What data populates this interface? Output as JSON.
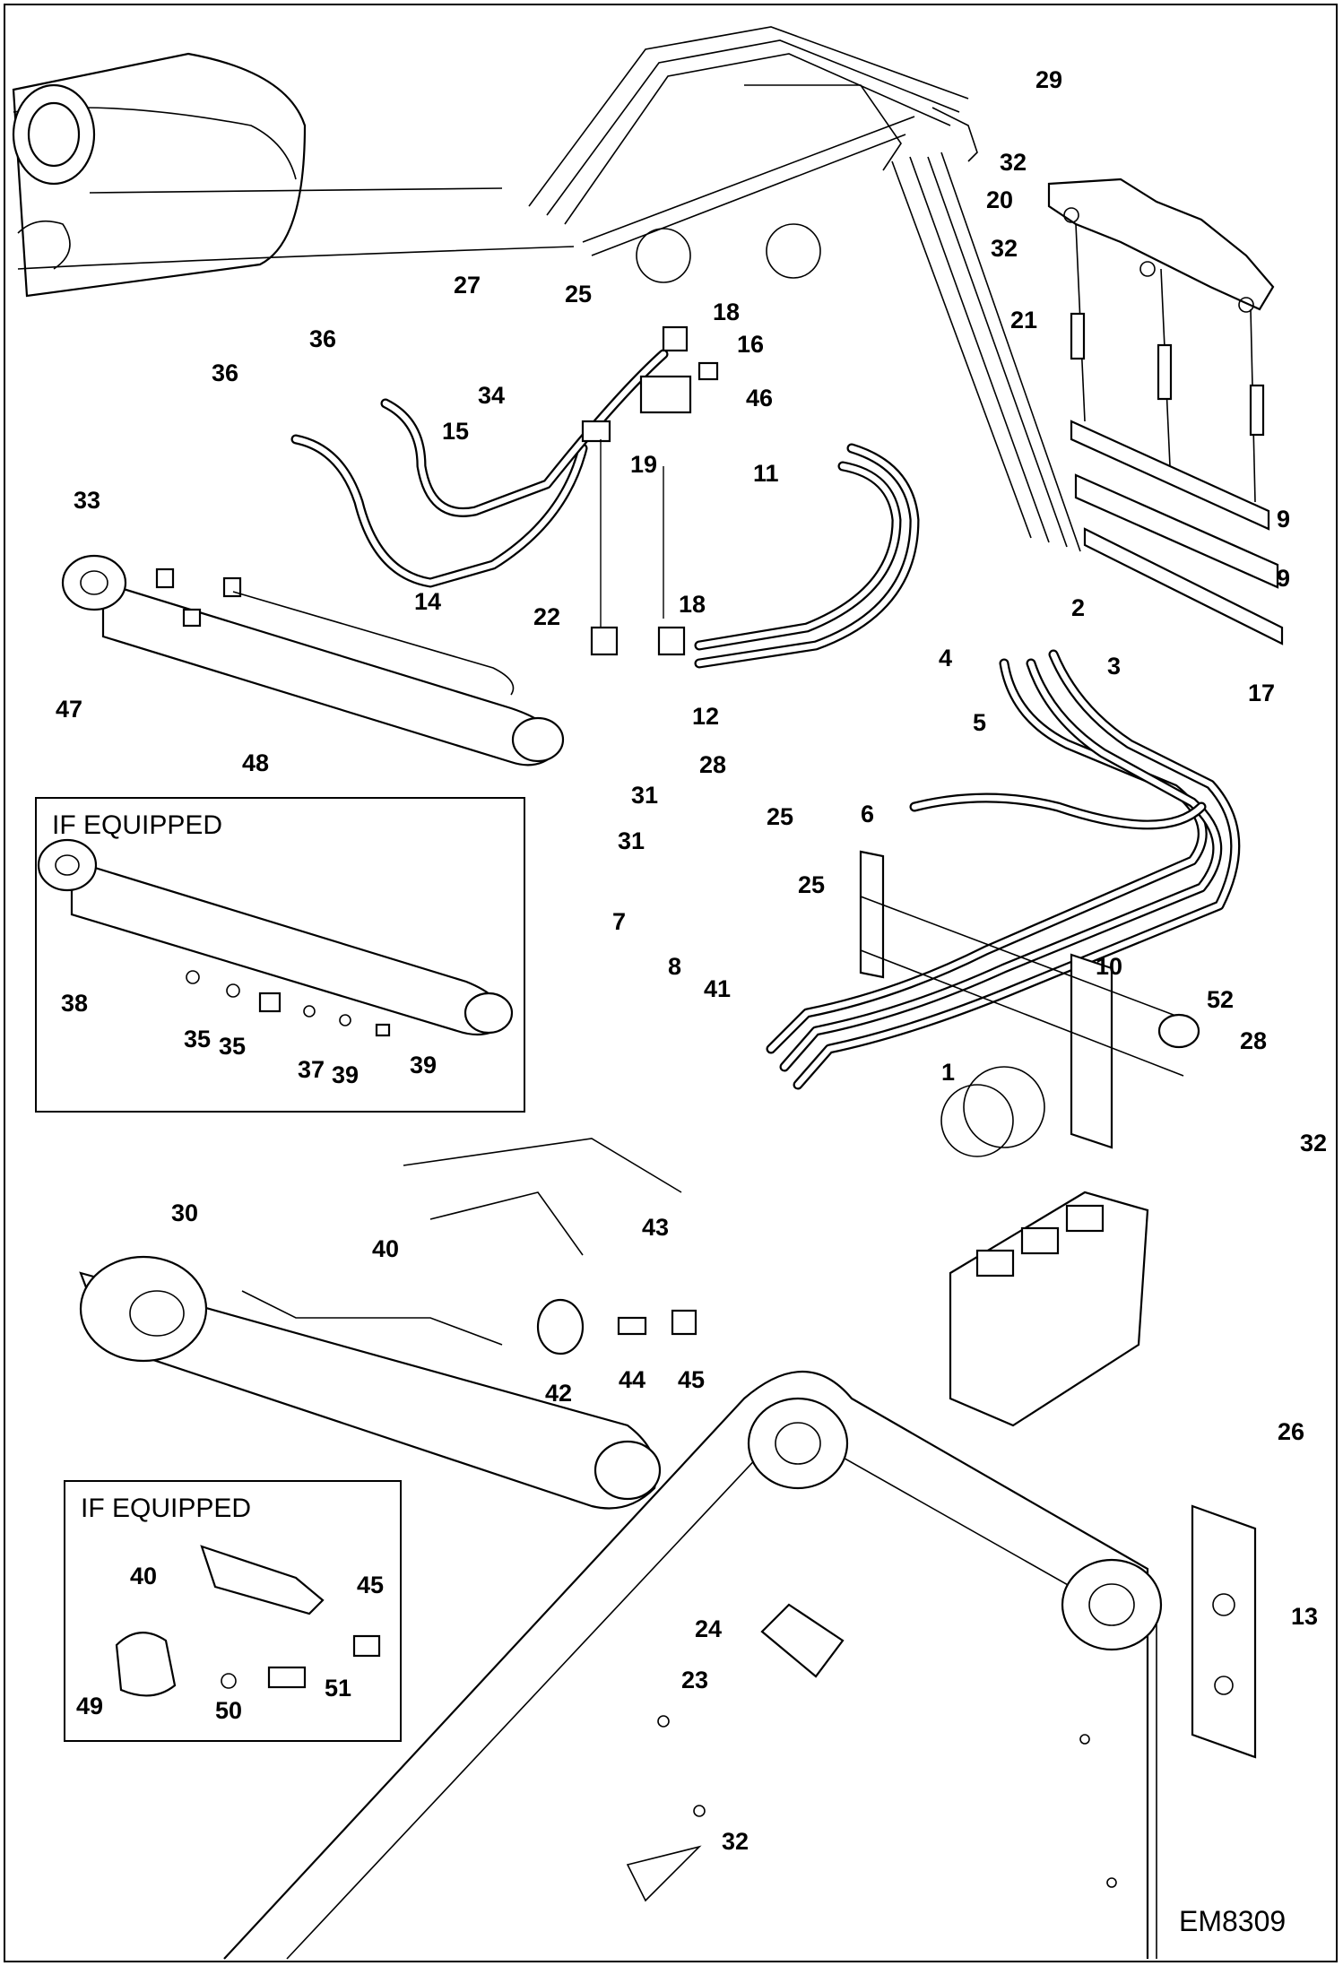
{
  "figure": {
    "id": "EM8309"
  },
  "insets": [
    {
      "title": "IF EQUIPPED",
      "callouts": [
        "35",
        "35",
        "37",
        "38",
        "39",
        "39"
      ]
    },
    {
      "title": "IF EQUIPPED",
      "callouts": [
        "40",
        "45",
        "49",
        "50",
        "51"
      ]
    }
  ],
  "callouts": [
    "29",
    "32",
    "20",
    "32",
    "21",
    "27",
    "25",
    "18",
    "16",
    "36",
    "36",
    "34",
    "46",
    "15",
    "19",
    "11",
    "33",
    "14",
    "9",
    "9",
    "18",
    "22",
    "2",
    "4",
    "3",
    "5",
    "17",
    "47",
    "12",
    "48",
    "28",
    "31",
    "25",
    "31",
    "6",
    "25",
    "7",
    "10",
    "52",
    "8",
    "41",
    "28",
    "1",
    "32",
    "30",
    "40",
    "43",
    "42",
    "44",
    "45",
    "26",
    "24",
    "23",
    "13",
    "32"
  ]
}
